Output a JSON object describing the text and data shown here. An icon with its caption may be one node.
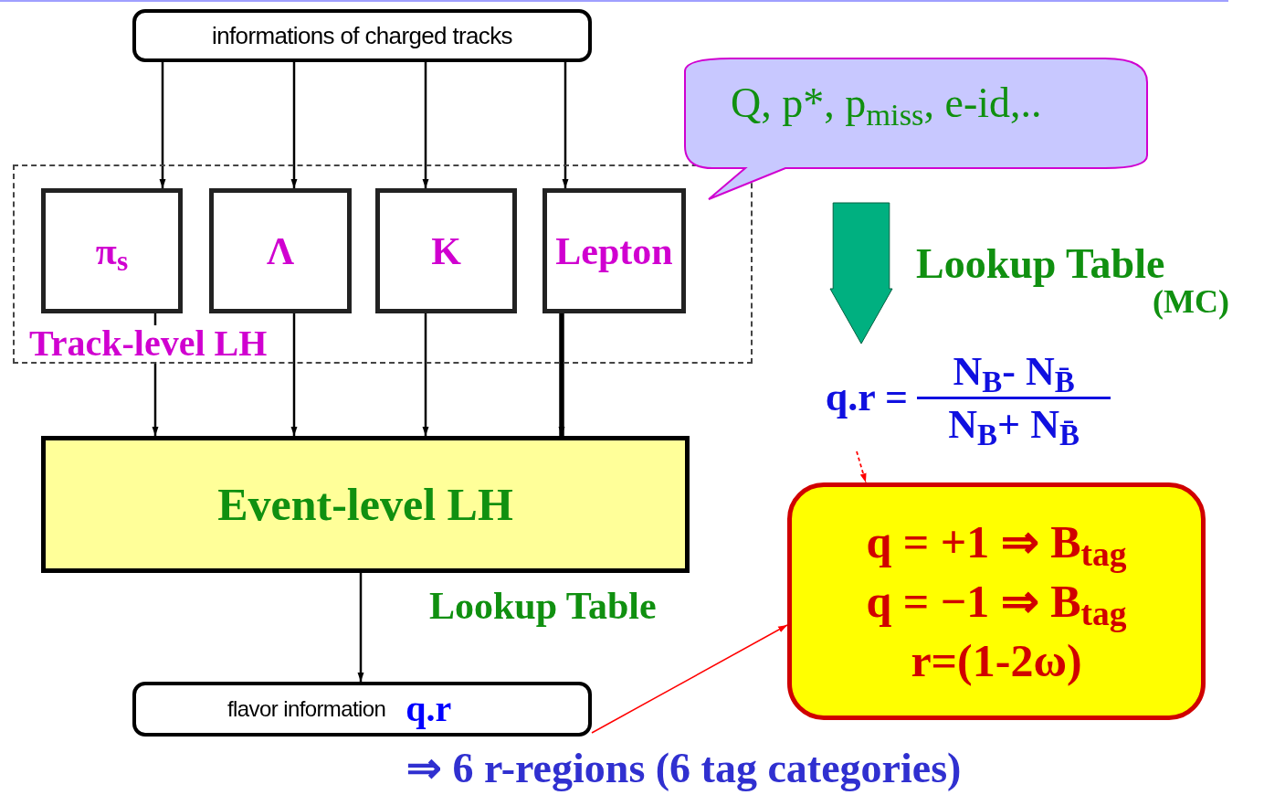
{
  "diagram": {
    "nodes": [
      {
        "text": [
          "informations of charged tracks"
        ]
      },
      {
        "text": [
          "Track-level LH"
        ]
      },
      {
        "text": [
          "π$_{s}$"
        ],
        "in": 1
      },
      {
        "text": [
          "Λ"
        ],
        "in": 1
      },
      {
        "text": [
          "K"
        ],
        "in": 1
      },
      {
        "text": [
          "Lepton"
        ],
        "in": 1
      },
      {
        "text": [
          "Event-level LH"
        ]
      },
      {
        "text": [
          "flavor information",
          "q.r"
        ]
      },
      {
        "text": [
          "Q, p*, p$_{miss}$, e-id,.."
        ]
      },
      {
        "text": [
          "q.r =",
          "N$_{B}$- N$_{B̄}$",
          "N$_{B}$+ N$_{B̄}$"
        ]
      },
      {
        "text": [
          "q = +1 ⇒ B$_{tag}$",
          "q = −1 ⇒ B$_{tag}$",
          "r=(1-2ω)"
        ]
      }
    ],
    "edges": [
      {
        "from": 0,
        "to": 2,
        "arrow": "to"
      },
      {
        "from": 0,
        "to": 3,
        "arrow": "to"
      },
      {
        "from": 0,
        "to": 4,
        "arrow": "to"
      },
      {
        "from": 0,
        "to": 5,
        "arrow": "to"
      },
      {
        "from": 2,
        "to": 6,
        "arrow": "to"
      },
      {
        "from": 3,
        "to": 6,
        "arrow": "to"
      },
      {
        "from": 4,
        "to": 6,
        "arrow": "to"
      },
      {
        "from": 5,
        "to": 6,
        "arrow": "to",
        "style": "thick"
      },
      {
        "from": 6,
        "to": 7,
        "arrow": "to"
      },
      {
        "from": 8,
        "to": 9,
        "arrow": "to",
        "style": "thick",
        "color": "#00b080"
      },
      {
        "from": 9,
        "to": 10,
        "arrow": "to",
        "style": "dashed",
        "color": "#ff0000"
      },
      {
        "from": 7,
        "to": 10,
        "arrow": "to",
        "color": "#ff0000"
      }
    ],
    "labels": [
      "Lookup Table",
      "(MC)",
      "Lookup Table",
      "⇒ 6 r-regions (6 tag categories)"
    ]
  }
}
